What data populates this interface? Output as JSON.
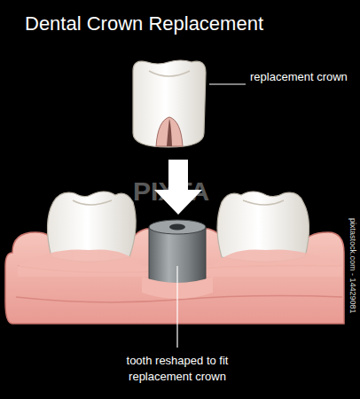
{
  "diagram": {
    "title": "Dental Crown Replacement",
    "labels": [
      "replacement crown",
      "tooth reshaped to fit replacement crown",
      "PIXTA",
      "pixtastock.com - 14429081"
    ]
  }
}
